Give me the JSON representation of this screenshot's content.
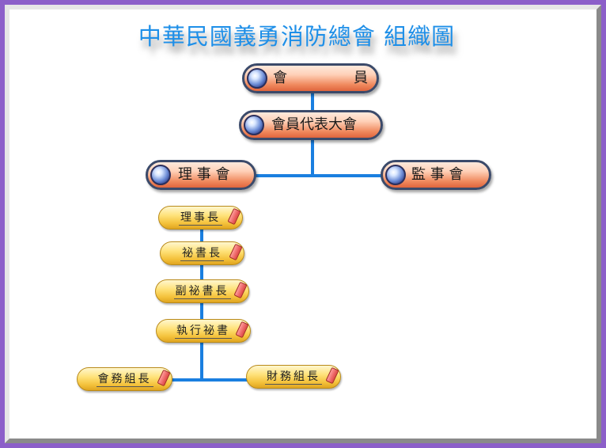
{
  "title": "中華民國義勇消防總會 組織圖",
  "top_nodes": {
    "members": {
      "left": "會",
      "right": "員"
    },
    "assembly": "會員代表大會",
    "board": "理 事 會",
    "supervisors": "監 事 會"
  },
  "officers": {
    "chairman": "理事長",
    "secretary_general": "祕書長",
    "deputy_secretary_general": "副祕書長",
    "executive_secretary": "執行祕書",
    "general_affairs_head": "會務組長",
    "finance_head": "財務組長"
  }
}
